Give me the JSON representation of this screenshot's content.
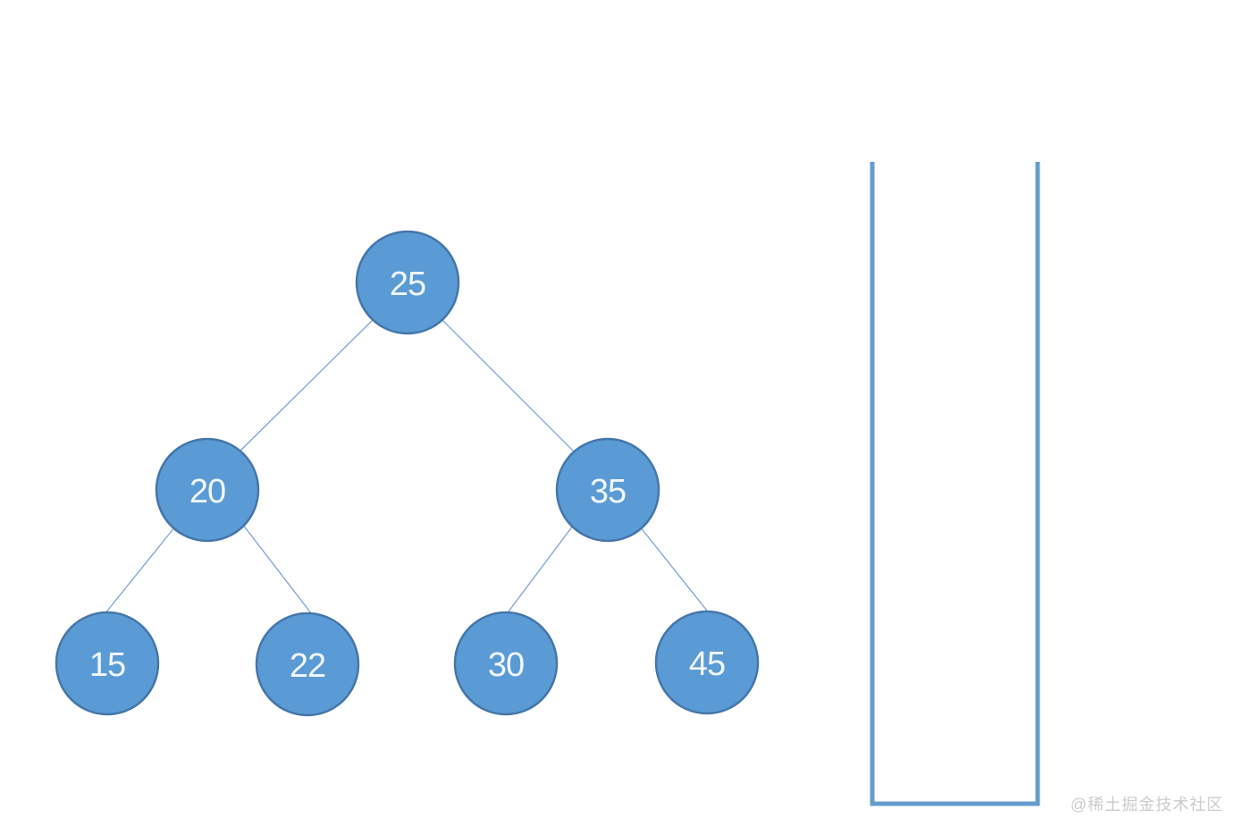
{
  "colors": {
    "node_fill": "#5B9BD5",
    "node_stroke": "#4576A9",
    "node_text": "#F2F6FB",
    "edge": "#7BA2D9",
    "container_stroke": "#649CCE",
    "watermark": "#CBCBCB",
    "background": "#FFFFFF"
  },
  "tree": {
    "type": "binary-search-tree",
    "node_shape": "circle",
    "nodes": [
      {
        "label": "25",
        "level": 0,
        "parent": null
      },
      {
        "label": "20",
        "level": 1,
        "parent": "25"
      },
      {
        "label": "35",
        "level": 1,
        "parent": "25"
      },
      {
        "label": "15",
        "level": 2,
        "parent": "20"
      },
      {
        "label": "22",
        "level": 2,
        "parent": "20"
      },
      {
        "label": "30",
        "level": 2,
        "parent": "35"
      },
      {
        "label": "45",
        "level": 2,
        "parent": "35"
      }
    ],
    "edges": [
      {
        "from": "25",
        "to": "20"
      },
      {
        "from": "25",
        "to": "35"
      },
      {
        "from": "20",
        "to": "15"
      },
      {
        "from": "20",
        "to": "22"
      },
      {
        "from": "35",
        "to": "30"
      },
      {
        "from": "35",
        "to": "45"
      }
    ]
  },
  "stack_container": {
    "shape": "open-top-rectangle",
    "contents": ""
  },
  "watermark": {
    "text": "@稀土掘金技术社区"
  }
}
